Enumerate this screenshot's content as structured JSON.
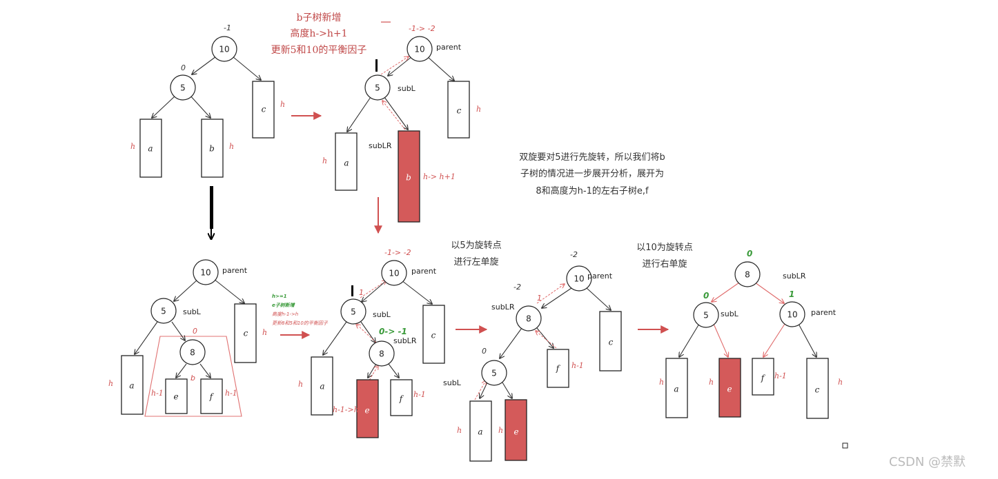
{
  "caption_top": {
    "line1": "b子树新增",
    "line2": "高度h->h+1",
    "line3": "更新5和10的平衡因子"
  },
  "caption_right": {
    "line1": "双旋要对5进行先旋转，所以我们将b",
    "line2": "子树的情况进一步展开分析，展开为",
    "line3": "8和高度为h-1的左右子树e,f"
  },
  "caption_left_rot": {
    "line1": "以5为旋转点",
    "line2": "进行左单旋"
  },
  "caption_right_rot": {
    "line1": "以10为旋转点",
    "line2": "进行右单旋"
  },
  "mid_note": {
    "line1": "h>=1",
    "line2": "e子树新增",
    "line3": "高度h-1->h",
    "line4": "更新8和5和10的平衡因子"
  },
  "labels": {
    "parent": "parent",
    "subL": "subL",
    "subLR": "subLR",
    "h": "h",
    "h_minus_1": "h-1",
    "h_to_h1": "h-> h+1",
    "h1_to_h": "h-1->h"
  },
  "nodes": {
    "n10": "10",
    "n5": "5",
    "n8": "8"
  },
  "subtrees": {
    "a": "a",
    "b": "b",
    "c": "c",
    "e": "e",
    "f": "f"
  },
  "balance_factors": {
    "bf_neg1": "-1",
    "bf_0": "0",
    "bf_neg1_to_neg2": "-1-> -2",
    "bf_1": "1",
    "bf_neg2": "-2",
    "bf_0_to_neg1": "0-> -1"
  },
  "watermark": "CSDN @禁默",
  "colors": {
    "red_fill": "#d45a5a",
    "red_line": "#e06a6a",
    "green_text": "#3a9a3a"
  }
}
